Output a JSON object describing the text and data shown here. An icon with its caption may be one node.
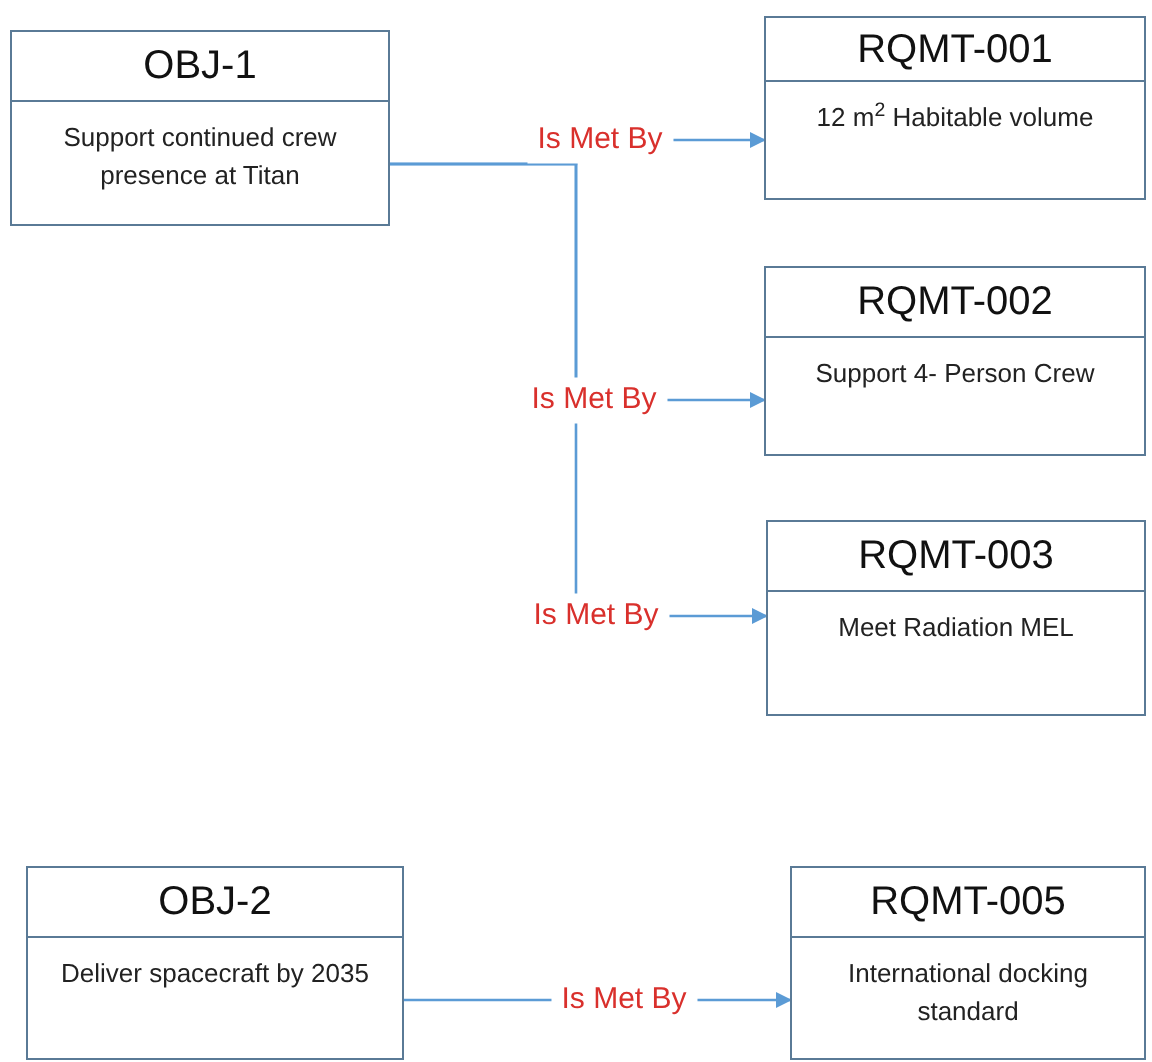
{
  "diagram": {
    "nodes": [
      {
        "text": [
          "OBJ-1",
          "Support continued crew presence at Titan"
        ]
      },
      {
        "text": [
          "RQMT-001",
          "12 m$^{2}$ Habitable volume"
        ]
      },
      {
        "text": [
          "RQMT-002",
          "Support 4- Person Crew"
        ]
      },
      {
        "text": [
          "RQMT-003",
          "Meet Radiation MEL"
        ]
      },
      {
        "text": [
          "OBJ-2",
          "Deliver spacecraft by 2035"
        ]
      },
      {
        "text": [
          "RQMT-005",
          "International docking standard"
        ]
      }
    ],
    "edges": [
      {
        "from": 0,
        "to": 1,
        "arrow": "to",
        "label": "Is Met By"
      },
      {
        "from": 0,
        "to": 2,
        "arrow": "to",
        "label": "Is Met By"
      },
      {
        "from": 0,
        "to": 3,
        "arrow": "to",
        "label": "Is Met By"
      },
      {
        "from": 4,
        "to": 5,
        "arrow": "to",
        "label": "Is Met By"
      }
    ]
  }
}
